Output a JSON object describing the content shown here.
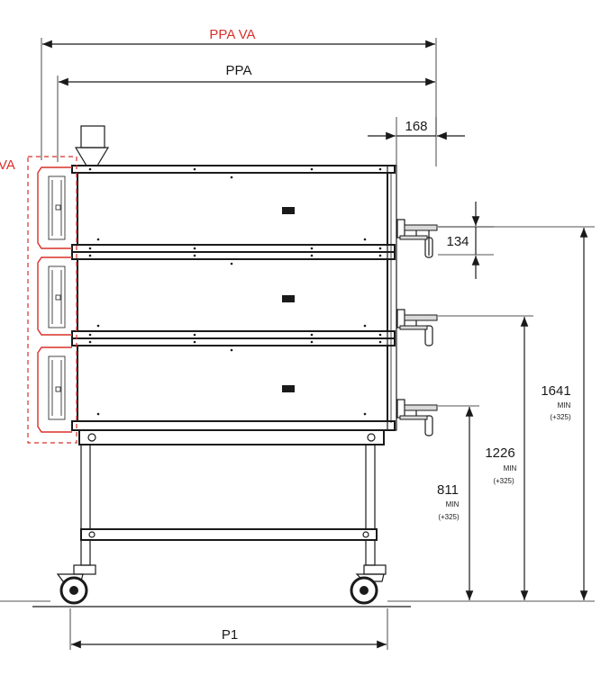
{
  "dimensions": {
    "ppa_va": "PPA VA",
    "ppa": "PPA",
    "va": "VA",
    "side_offset": "168",
    "deck_gap": "134",
    "height_top": "1641",
    "height_middle": "1226",
    "height_bottom": "811",
    "min_note": "MIN",
    "extra_note": "(+325)",
    "p1": "P1"
  },
  "colors": {
    "accent_red": "#d8302a",
    "line": "#1a1a1a"
  }
}
